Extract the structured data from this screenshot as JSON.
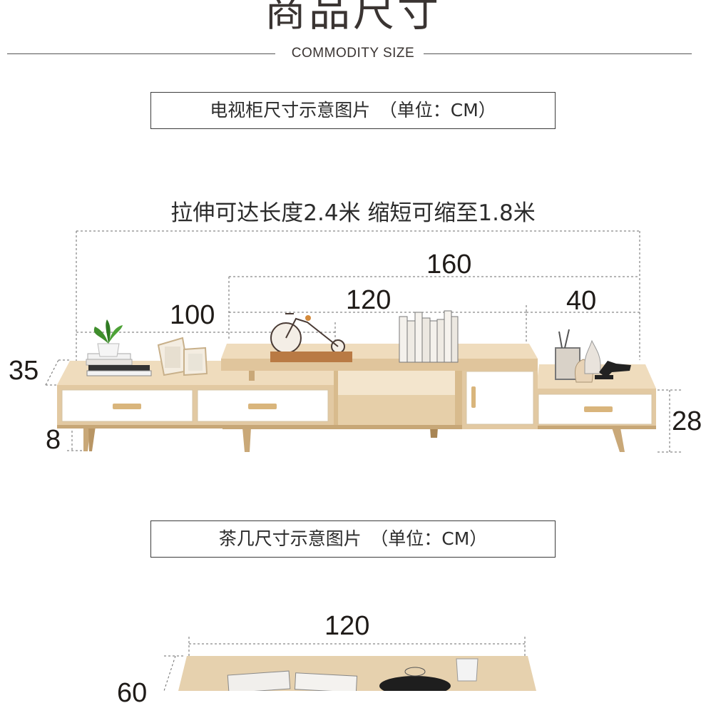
{
  "header": {
    "title": "商品尺寸",
    "subtitle": "COMMODITY SIZE"
  },
  "tv_cabinet": {
    "label": "电视柜尺寸示意图片　（单位：CM）",
    "headline": "拉伸可达长度2.4米 缩短可缩至1.8米",
    "dims": {
      "top_span": "160",
      "middle": "120",
      "left": "100",
      "right": "40",
      "height_left": "35",
      "leg": "8",
      "height_right": "28"
    }
  },
  "coffee_table": {
    "label": "茶几尺寸示意图片　（单位：CM）",
    "dims": {
      "width": "120",
      "partial_side": "60"
    }
  },
  "colors": {
    "wood": "#e2c9a2",
    "wood_dark": "#c7a777",
    "drawer": "#ffffff",
    "line": "#555555"
  }
}
